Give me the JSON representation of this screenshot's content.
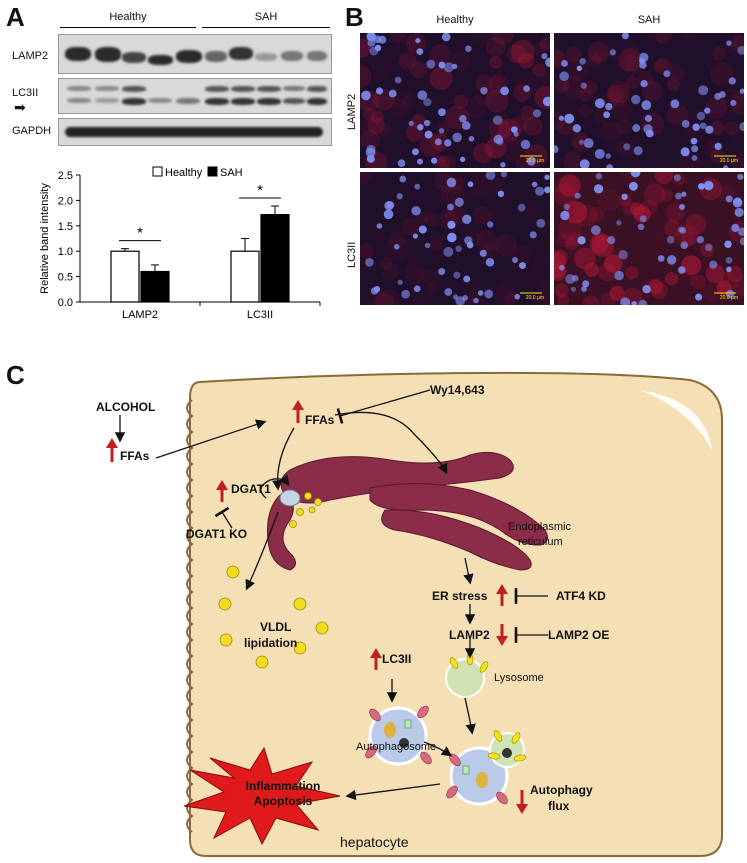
{
  "panel_a": {
    "letter": "A",
    "group_healthy": "Healthy",
    "group_sah": "SAH",
    "blot_labels": [
      "LAMP2",
      "LC3II",
      "GAPDH"
    ],
    "chart_data": {
      "type": "bar",
      "categories": [
        "LAMP2",
        "LC3II"
      ],
      "series": [
        {
          "name": "Healthy",
          "values": [
            1.0,
            1.0
          ],
          "errors": [
            0.05,
            0.25
          ],
          "color": "#ffffff"
        },
        {
          "name": "SAH",
          "values": [
            0.6,
            1.72
          ],
          "errors": [
            0.13,
            0.17
          ],
          "color": "#000000"
        }
      ],
      "ylabel": "Relative band intensity",
      "ylim": [
        0,
        2.5
      ],
      "yticks": [
        "0.0",
        "0.5",
        "1.0",
        "1.5",
        "2.0",
        "2.5"
      ],
      "significance": [
        "*",
        "*"
      ],
      "legend_position": "top"
    }
  },
  "panel_b": {
    "letter": "B",
    "col_healthy": "Healthy",
    "col_sah": "SAH",
    "row_lamp2": "LAMP2",
    "row_lc3ii": "LC3II",
    "scale_bar": "20.0 µm"
  },
  "panel_c": {
    "letter": "C",
    "alcohol": "ALCOHOL",
    "ffas_left": "FFAs",
    "ffas_top": "FFAs",
    "wy": "Wy14,643",
    "dgat1": "DGAT1",
    "dgat1_ko": "DGAT1 KO",
    "er_label_1": "Endoplasmic",
    "er_label_2": "reticulum",
    "vldl_1": "VLDL",
    "vldl_2": "lipidation",
    "er_stress": "ER stress",
    "atf4": "ATF4 KD",
    "lamp2": "LAMP2",
    "lamp2_oe": "LAMP2 OE",
    "lc3ii": "LC3II",
    "lysosome": "Lysosome",
    "autophagosome": "Autophagosome",
    "autophagy_1": "Autophagy",
    "autophagy_2": "flux",
    "inflammation": "Inflammation",
    "apoptosis": "Apoptosis",
    "hepatocyte": "hepatocyte",
    "colors": {
      "cell_fill": "#f5dfb4",
      "cell_border": "#8a6a3a",
      "er": "#8b2c48",
      "arrow_up": "#c0201e",
      "burst": "#e01a1a",
      "lipid": "#f2dc1e"
    }
  }
}
